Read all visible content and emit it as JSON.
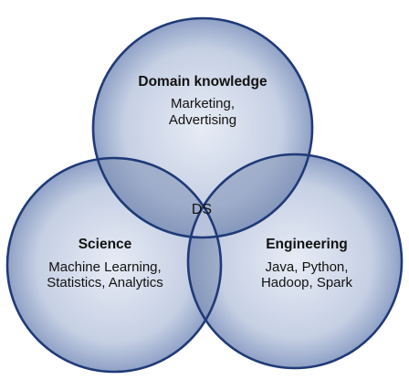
{
  "sets": {
    "domain": {
      "title": "Domain knowledge",
      "line1": "Marketing,",
      "line2": "Advertising"
    },
    "science": {
      "title": "Science",
      "line1": "Machine Learning,",
      "line2": "Statistics, Analytics"
    },
    "engineering": {
      "title": "Engineering",
      "line1": "Java, Python,",
      "line2": "Hadoop, Spark"
    }
  },
  "center_label": "DS",
  "colors": {
    "circle_fill": "#c8d2e5",
    "circle_fill_edge": "#8a9dc4",
    "overlap_fill": "#7d8fb5",
    "stroke": "#1f3a78"
  }
}
